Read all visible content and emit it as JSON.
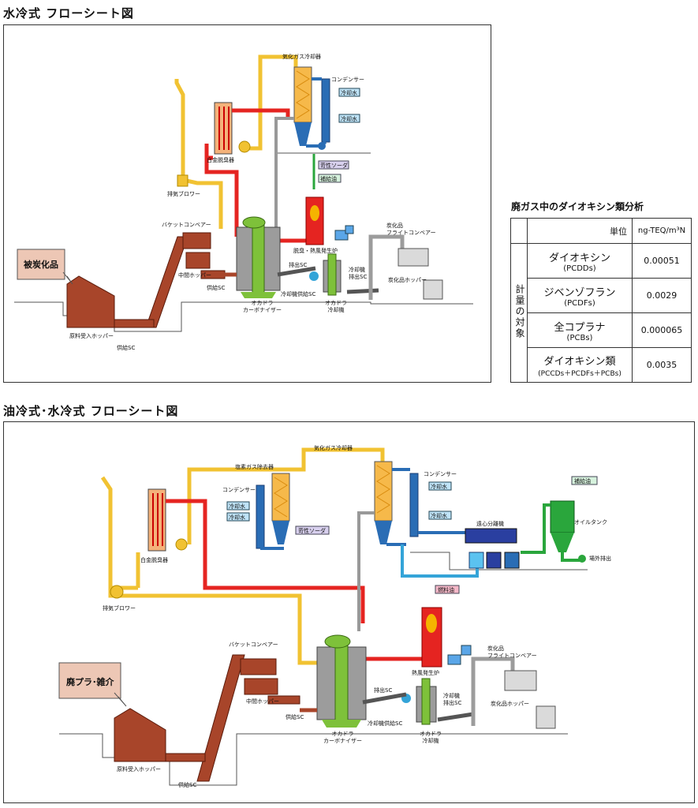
{
  "top": {
    "title": "水冷式 フローシート図",
    "input_label": "被炭化品",
    "labels": {
      "gas_cooler": "気化ガス冷却器",
      "condenser": "コンデンサー",
      "cool_water_1": "冷却水",
      "cool_water_2": "冷却水",
      "caustic": "苛性ソーダ",
      "makeup_oil": "補給油",
      "pt_deodorizer": "白金脱臭器",
      "exhaust_blower": "排気ブロワー",
      "bucket_conveyor": "バケットコンベアー",
      "mid_hopper": "中間ホッパー",
      "feed_sc_mid": "供給SC",
      "furnace": "脱臭・熱風発生炉",
      "discharge_sc": "排出SC",
      "cooler_discharge_sc": "冷却機\n排出SC",
      "cooler_feed_sc": "冷却機供給SC",
      "okadora_carbonizer": "オカドラ\nカーボナイザー",
      "okadora_cooler": "オカドラ\n冷却機",
      "char_flight_conveyor": "炭化品\nフライトコンベアー",
      "char_hopper": "炭化品ホッパー",
      "raw_hopper": "原料受入ホッパー",
      "feed_sc": "供給SC"
    }
  },
  "bottom": {
    "title": "油冷式･水冷式 フローシート図",
    "input_label": "廃プラ･雑介",
    "labels": {
      "gas_cooler": "気化ガス冷却器",
      "chlorine_remover": "塩素ガス除去器",
      "condenser_1": "コンデンサー",
      "condenser_2": "コンデンサー",
      "cool_water_1": "冷却水",
      "cool_water_2": "冷却水",
      "cool_water_3": "冷却水",
      "cool_water_4": "冷却水",
      "caustic": "苛性ソーダ",
      "makeup_oil": "補給油",
      "centrifuge": "遠心分離機",
      "oil_tank": "オイルタンク",
      "offsite": "場外排出",
      "pt_deodorizer": "白金脱臭器",
      "exhaust_blower": "排気ブロワー",
      "fuel_oil": "燃料油",
      "furnace": "熱風発生炉",
      "bucket_conveyor": "バケットコンベアー",
      "mid_hopper": "中間ホッパー",
      "feed_sc_mid": "供給SC",
      "discharge_sc": "排出SC",
      "cooler_discharge_sc": "冷却機\n排出SC",
      "cooler_feed_sc": "冷却機供給SC",
      "okadora_carbonizer": "オカドラ\nカーボナイザー",
      "okadora_cooler": "オカドラ\n冷却機",
      "char_flight_conveyor": "炭化品\nフライトコンベアー",
      "char_hopper": "炭化品ホッパー",
      "raw_hopper": "原料受入ホッパー",
      "feed_sc": "供給SC"
    }
  },
  "analysis": {
    "title": "廃ガス中のダイオキシン類分析",
    "unit_header": "単位",
    "unit": "ng-TEQ/m³N",
    "side_label": "計量の対象",
    "rows": [
      {
        "name": "ダイオキシン",
        "sub": "(PCDDs)",
        "value": "0.00051"
      },
      {
        "name": "ジベンゾフラン",
        "sub": "(PCDFs)",
        "value": "0.0029"
      },
      {
        "name": "全コプラナ",
        "sub": "(PCBs)",
        "value": "0.000065"
      },
      {
        "name": "ダイオキシン類",
        "sub": "(PCCDs＋PCDFs＋PCBs)",
        "value": "0.0035"
      }
    ]
  }
}
